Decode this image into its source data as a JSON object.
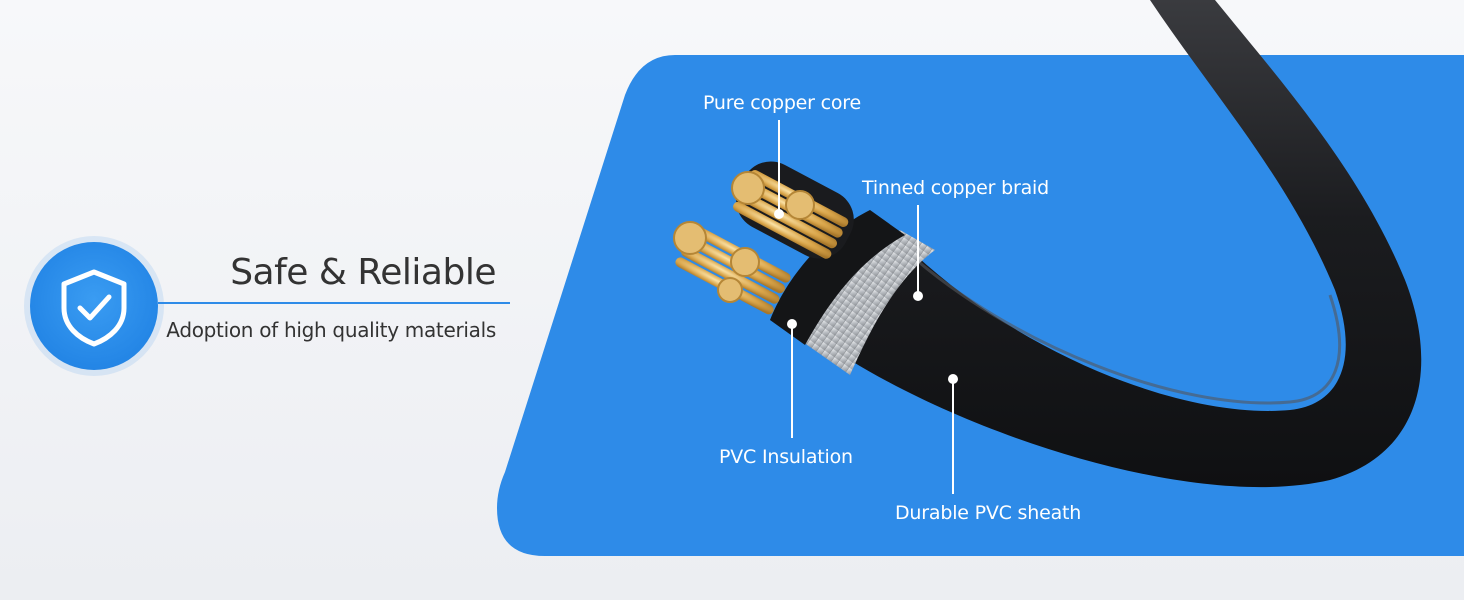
{
  "feature": {
    "title": "Safe & Reliable",
    "subtitle": "Adoption of high quality materials",
    "icon": "shield-check-icon"
  },
  "callouts": {
    "copper_core": "Pure copper core",
    "braid": "Tinned copper braid",
    "insulation": "PVC Insulation",
    "sheath": "Durable PVC sheath"
  },
  "colors": {
    "accent_blue": "#2e8be8",
    "cable_black": "#1c1d20",
    "copper": "#d9a54a",
    "braid_silver": "#c9ccd0"
  }
}
